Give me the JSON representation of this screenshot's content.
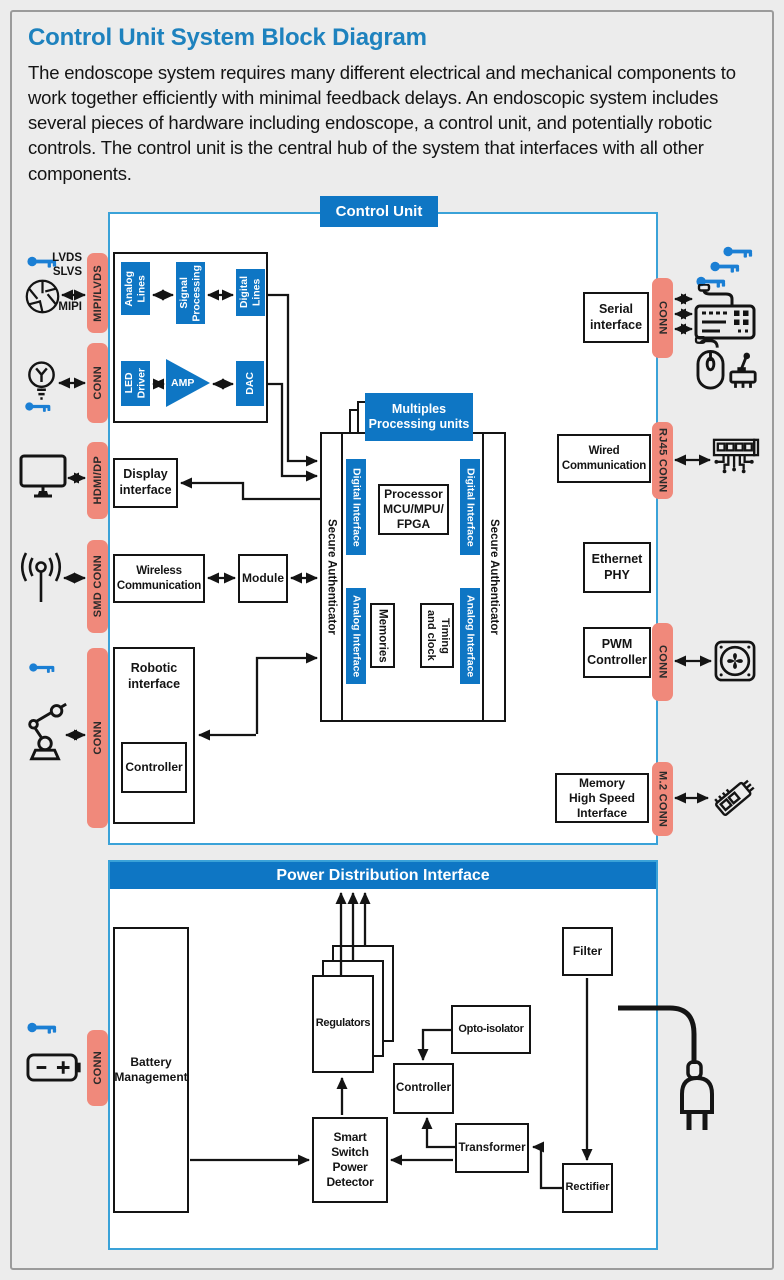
{
  "title": "Control Unit System Block Diagram",
  "intro": "The endoscope system requires many different electrical and mechanical components to work together efficiently with minimal feedback delays. An endoscopic system includes several pieces of hardware including endoscope, a control unit, and potentially robotic controls. The control unit is the central hub of the system that interfaces with all other components.",
  "control_unit": {
    "header": "Control Unit",
    "left_ports": [
      "MIPI/LVDS",
      "CONN",
      "HDMI/DP",
      "SMD CONN",
      "CONN"
    ],
    "right_ports": [
      "CONN",
      "RJ45 CONN",
      "CONN",
      "M.2 CONN"
    ],
    "signal_labels": {
      "lvds": "LVDS",
      "slvs": "SLVS",
      "mipi": "MIPI"
    },
    "video_block": {
      "analog_lines": "Analog\nLines",
      "signal_processing": "Signal\nProcessing",
      "digital_lines": "Digital\nLines",
      "led_driver": "LED\nDriver",
      "amp": "AMP",
      "dac": "DAC"
    },
    "blocks": {
      "display_interface": "Display\ninterface",
      "wireless_communication": "Wireless\nCommunication",
      "module": "Module",
      "robotic_interface": "Robotic\ninterface",
      "robotic_controller": "Controller",
      "serial_interface": "Serial\ninterface",
      "wired_communication": "Wired\nCommunication",
      "ethernet_phy": "Ethernet\nPHY",
      "pwm_controller": "PWM\nController",
      "memory_interface": "Memory\nHigh Speed\nInterface"
    },
    "core": {
      "multiples": "Multiples\nProcessing units",
      "secure_authenticator": "Secure Authenticator",
      "digital_interface": "Digital Interface",
      "analog_interface": "Analog Interface",
      "processor": "Processor\nMCU/MPU/\nFPGA",
      "memories": "Memories",
      "timing": "Timing\nand clock"
    }
  },
  "power": {
    "header": "Power Distribution Interface",
    "port": "CONN",
    "blocks": {
      "battery_management": "Battery\nManagement",
      "regulators": "Regulators",
      "opto_isolator": "Opto-isolator",
      "controller": "Controller",
      "smart_switch": "Smart Switch\nPower\nDetector",
      "transformer": "Transformer",
      "filter": "Filter",
      "rectifier": "Rectifier"
    }
  },
  "colors": {
    "block_blue": "#0E76C4",
    "connector_salmon": "#F0897B",
    "diagram_border_blue": "#3AA2D8",
    "title_blue": "#1E82BE",
    "key_blue": "#1B7FD4"
  }
}
